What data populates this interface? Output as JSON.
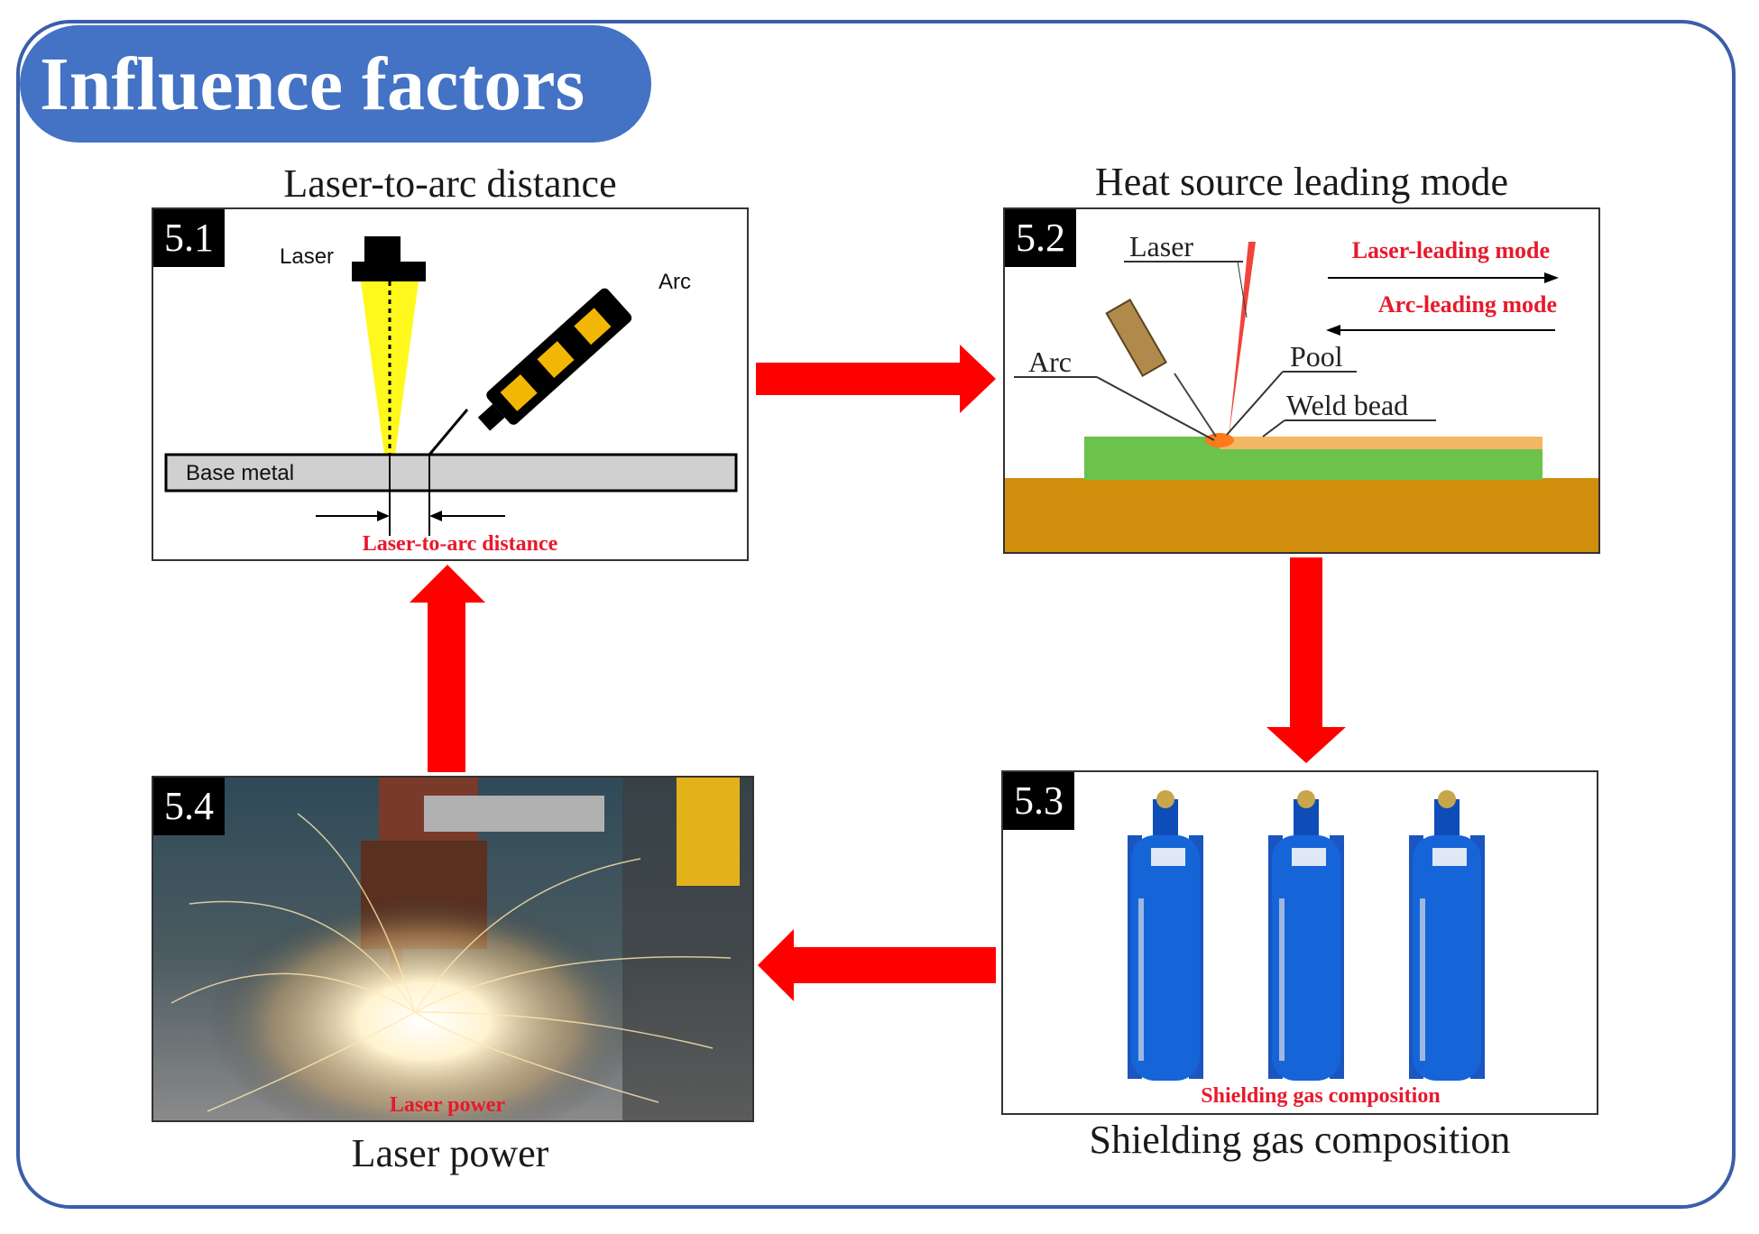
{
  "title": "Influence factors",
  "panels": {
    "p51": {
      "number": "5.1",
      "caption": "Laser-to-arc distance",
      "laser_label": "Laser",
      "arc_label": "Arc",
      "base_label": "Base metal",
      "distance_label": "Laser-to-arc distance"
    },
    "p52": {
      "number": "5.2",
      "caption": "Heat source leading mode",
      "laser_label": "Laser",
      "arc_label": "Arc",
      "pool_label": "Pool",
      "weld_label": "Weld bead",
      "laser_mode": "Laser-leading mode",
      "arc_mode": "Arc-leading mode"
    },
    "p53": {
      "number": "5.3",
      "caption": "Shielding gas composition",
      "inner_label": "Shielding gas composition"
    },
    "p54": {
      "number": "5.4",
      "caption": "Laser power",
      "inner_label": "Laser power"
    }
  },
  "colors": {
    "frame": "#3a5ea8",
    "title_bg": "#4472c4",
    "arrow": "#ff0000",
    "label_red": "#e8192c",
    "cylinder": "#1565d8",
    "green_plate": "#6cc24a",
    "bead": "#f4b763",
    "substrate": "#d18d0c",
    "torch_yellow": "#f2b705"
  }
}
